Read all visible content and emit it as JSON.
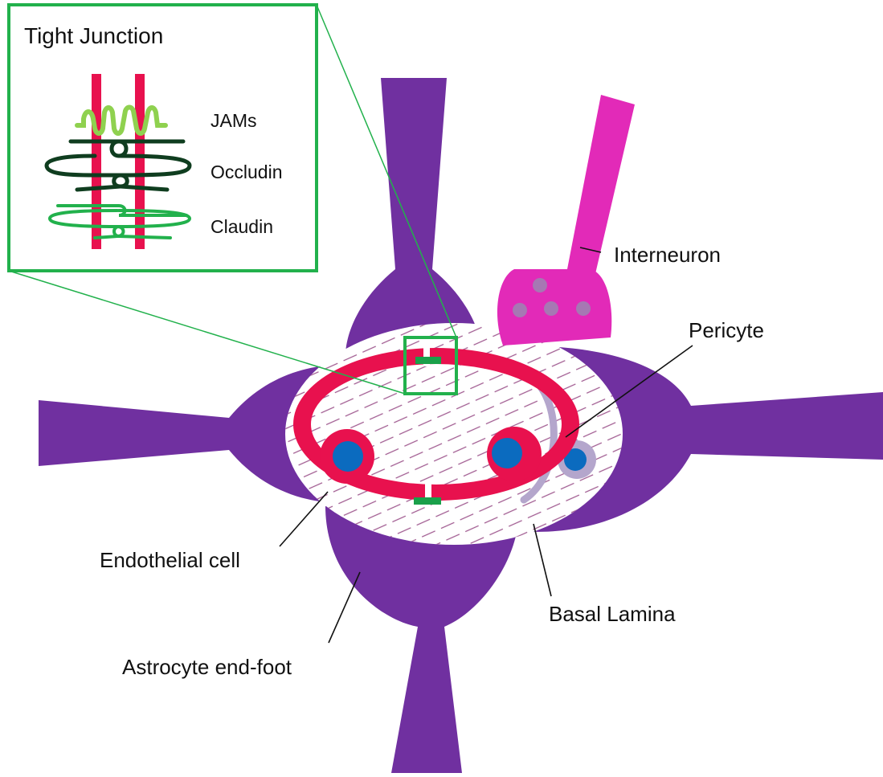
{
  "inset": {
    "title": "Tight Junction",
    "jams_label": "JAMs",
    "occludin_label": "Occludin",
    "claudin_label": "Claudin"
  },
  "labels": {
    "interneuron": "Interneuron",
    "pericyte": "Pericyte",
    "endothelial_cell": "Endothelial cell",
    "basal_lamina": "Basal Lamina",
    "astrocyte_end_foot": "Astrocyte end-foot"
  },
  "colors": {
    "astrocyte": "#7030a0",
    "endothelial": "#e8114e",
    "nucleus": "#0b6bbf",
    "interneuron": "#e22ab8",
    "interneuron_dots": "#a678b3",
    "pericyte": "#b4a6cc",
    "tight_junction": "#1aa04a",
    "inset_border": "#22b14c",
    "jams": "#8fd14f",
    "occludin": "#0f3d1f",
    "claudin": "#22b14c",
    "lamina_hatch": "#a05a90"
  }
}
